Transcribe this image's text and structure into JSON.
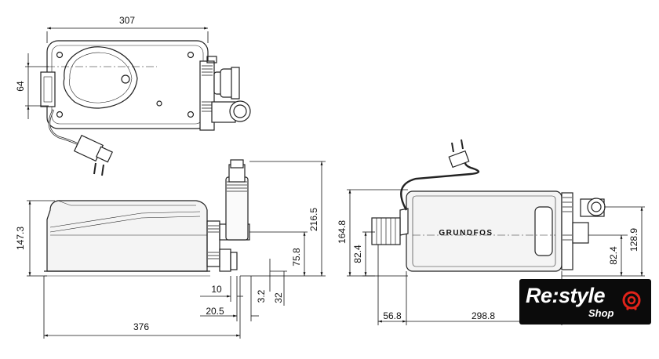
{
  "dimensions": {
    "top_width": "307",
    "top_height": "64",
    "front_height": "147.3",
    "outlet_height": "216.5",
    "outlet_center": "75.8",
    "offset_10": "10",
    "offset_3_2": "3.2",
    "offset_32": "32",
    "offset_20_5": "20.5",
    "front_length": "376",
    "side_height": "164.8",
    "side_inlet_left": "82.4",
    "side_inlet_right": "82.4",
    "side_outlet": "128.9",
    "side_left_offset": "56.8",
    "side_length": "298.8"
  },
  "brand_marking": "GRUNDFOS",
  "logo": {
    "main": "Re:style",
    "sub": "Shop",
    "accent_color": "#e2231a"
  }
}
